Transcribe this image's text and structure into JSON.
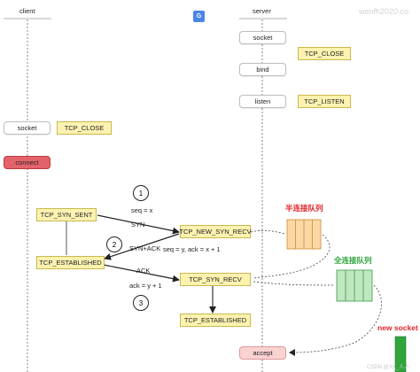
{
  "header": {
    "client": "client",
    "server": "server",
    "watermark": "wenfh2020.co"
  },
  "translate_icon": "translate-icon",
  "server_calls": {
    "socket": "socket",
    "bind": "bind",
    "listen": "listen",
    "accept": "accept"
  },
  "client_calls": {
    "socket": "socket",
    "connect": "connect"
  },
  "states": {
    "server_close": "TCP_CLOSE",
    "server_listen": "TCP_LISTEN",
    "client_close": "TCP_CLOSE",
    "syn_sent": "TCP_SYN_SENT",
    "client_established": "TCP_ESTABLISHED",
    "new_syn_recv": "TCP_NEW_SYN_RECV",
    "syn_recv": "TCP_SYN_RECV",
    "server_established": "TCP_ESTABLISHED"
  },
  "steps": {
    "one": "1",
    "two": "2",
    "three": "3"
  },
  "messages": {
    "seq_x": "seq = x",
    "syn": "SYN",
    "syn_ack": "SYN+ACK",
    "seq_y_ack": "seq = y, ack = x + 1",
    "ack": "ACK",
    "ack_y": "ack = y + 1"
  },
  "queues": {
    "half": "半连接队列",
    "full": "全连接队列",
    "new_socket": "new socket"
  },
  "footer_faint": "CSDN @XX_人人",
  "colors": {
    "half_queue": "#fbd8a6",
    "full_queue": "#bfe7c0",
    "new_socket": "#2fa53b",
    "accent_red": "#e3242b",
    "accent_green": "#2fa53b"
  }
}
